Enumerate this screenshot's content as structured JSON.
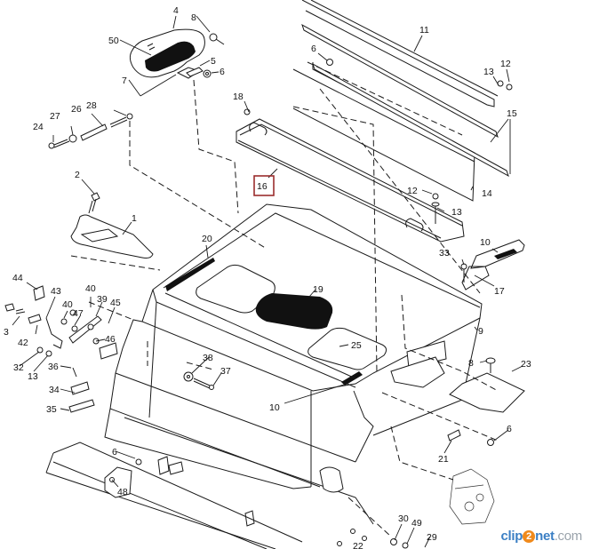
{
  "diagram": {
    "type": "exploded-parts-diagram",
    "subject": "Chassis / hood frame assembly",
    "highlighted_part": "16",
    "highlight_color": "#9b2d2d",
    "labels": [
      {
        "id": "l4",
        "text": "4"
      },
      {
        "id": "l8a",
        "text": "8"
      },
      {
        "id": "l50",
        "text": "50"
      },
      {
        "id": "l5",
        "text": "5"
      },
      {
        "id": "l6a",
        "text": "6"
      },
      {
        "id": "l7",
        "text": "7"
      },
      {
        "id": "l11",
        "text": "11"
      },
      {
        "id": "l6b",
        "text": "6"
      },
      {
        "id": "l13a",
        "text": "13"
      },
      {
        "id": "l12a",
        "text": "12"
      },
      {
        "id": "l15",
        "text": "15"
      },
      {
        "id": "l18",
        "text": "18"
      },
      {
        "id": "l28",
        "text": "28"
      },
      {
        "id": "l27",
        "text": "27"
      },
      {
        "id": "l26",
        "text": "26"
      },
      {
        "id": "l24",
        "text": "24"
      },
      {
        "id": "l16",
        "text": "16"
      },
      {
        "id": "l12b",
        "text": "12"
      },
      {
        "id": "l14",
        "text": "14"
      },
      {
        "id": "l13b",
        "text": "13"
      },
      {
        "id": "l2",
        "text": "2"
      },
      {
        "id": "l1",
        "text": "1"
      },
      {
        "id": "l10a",
        "text": "10"
      },
      {
        "id": "l20",
        "text": "20"
      },
      {
        "id": "l33",
        "text": "33"
      },
      {
        "id": "l17",
        "text": "17"
      },
      {
        "id": "l44",
        "text": "44"
      },
      {
        "id": "l43",
        "text": "43"
      },
      {
        "id": "l40a",
        "text": "40"
      },
      {
        "id": "l40b",
        "text": "40"
      },
      {
        "id": "l39",
        "text": "39"
      },
      {
        "id": "l47",
        "text": "47"
      },
      {
        "id": "l45",
        "text": "45"
      },
      {
        "id": "l19",
        "text": "19"
      },
      {
        "id": "l3",
        "text": "3"
      },
      {
        "id": "l42",
        "text": "42"
      },
      {
        "id": "l46",
        "text": "46"
      },
      {
        "id": "l9",
        "text": "9"
      },
      {
        "id": "l25",
        "text": "25"
      },
      {
        "id": "l32",
        "text": "32"
      },
      {
        "id": "l13c",
        "text": "13"
      },
      {
        "id": "l36",
        "text": "36"
      },
      {
        "id": "l38",
        "text": "38"
      },
      {
        "id": "l37",
        "text": "37"
      },
      {
        "id": "l8b",
        "text": "8"
      },
      {
        "id": "l23",
        "text": "23"
      },
      {
        "id": "l34",
        "text": "34"
      },
      {
        "id": "l10b",
        "text": "10"
      },
      {
        "id": "l35",
        "text": "35"
      },
      {
        "id": "l6c",
        "text": "6"
      },
      {
        "id": "l21",
        "text": "21"
      },
      {
        "id": "l6d",
        "text": "6"
      },
      {
        "id": "l48",
        "text": "48"
      },
      {
        "id": "l30",
        "text": "30"
      },
      {
        "id": "l49",
        "text": "49"
      },
      {
        "id": "l29",
        "text": "29"
      },
      {
        "id": "l22",
        "text": "22"
      }
    ]
  },
  "watermark": {
    "part1": "clip",
    "part2": "2",
    "part3": "net",
    "part4": ".com"
  }
}
